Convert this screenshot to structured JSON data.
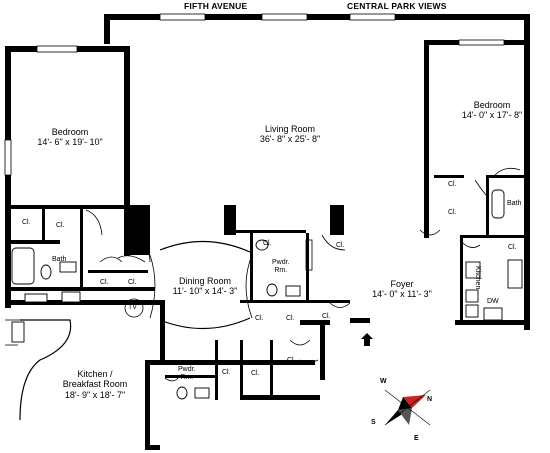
{
  "streets": {
    "top_left": "FIFTH AVENUE",
    "top_right": "CENTRAL PARK VIEWS"
  },
  "rooms": {
    "bedroom_left": {
      "name": "Bedroom",
      "dims": "14'- 6\" x 19'- 10\""
    },
    "living_room": {
      "name": "Living Room",
      "dims": "36'- 8\" x 25'- 8\""
    },
    "bedroom_right": {
      "name": "Bedroom",
      "dims": "14'- 0\" x 17'- 8\""
    },
    "dining_room": {
      "name": "Dining Room",
      "dims": "11'- 10\" x 14'- 3\""
    },
    "foyer": {
      "name": "Foyer",
      "dims": "14'- 0\" x 11'- 3\""
    },
    "kitchen_breakfast": {
      "name_line1": "Kitchen /",
      "name_line2": "Breakfast Room",
      "dims": "18'- 9\" x 18'- 7\""
    }
  },
  "small_labels": {
    "closet": "Cl.",
    "bath": "Bath",
    "powder_line1": "Pwdr.",
    "powder_line2": "Rm.",
    "tv": "TV",
    "kitchen": "Kitchen",
    "dw": "DW"
  },
  "compass": {
    "n": "N",
    "s": "S",
    "e": "E",
    "w": "W"
  },
  "colors": {
    "walls": "#000000",
    "compass_accent": "#cc2222",
    "background": "#ffffff"
  }
}
